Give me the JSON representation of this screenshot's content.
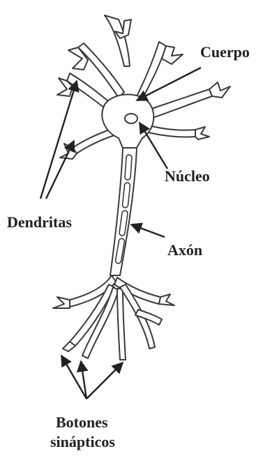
{
  "labels": {
    "cuerpo": "Cuerpo",
    "nucleo": "Núcleo",
    "dendritas": "Dendritas",
    "axon": "Axón",
    "botones_line1": "Botones",
    "botones_line2": "sinápticos"
  },
  "colors": {
    "ink": "#222222",
    "outline": "#3a3a3a",
    "background": "#ffffff"
  }
}
